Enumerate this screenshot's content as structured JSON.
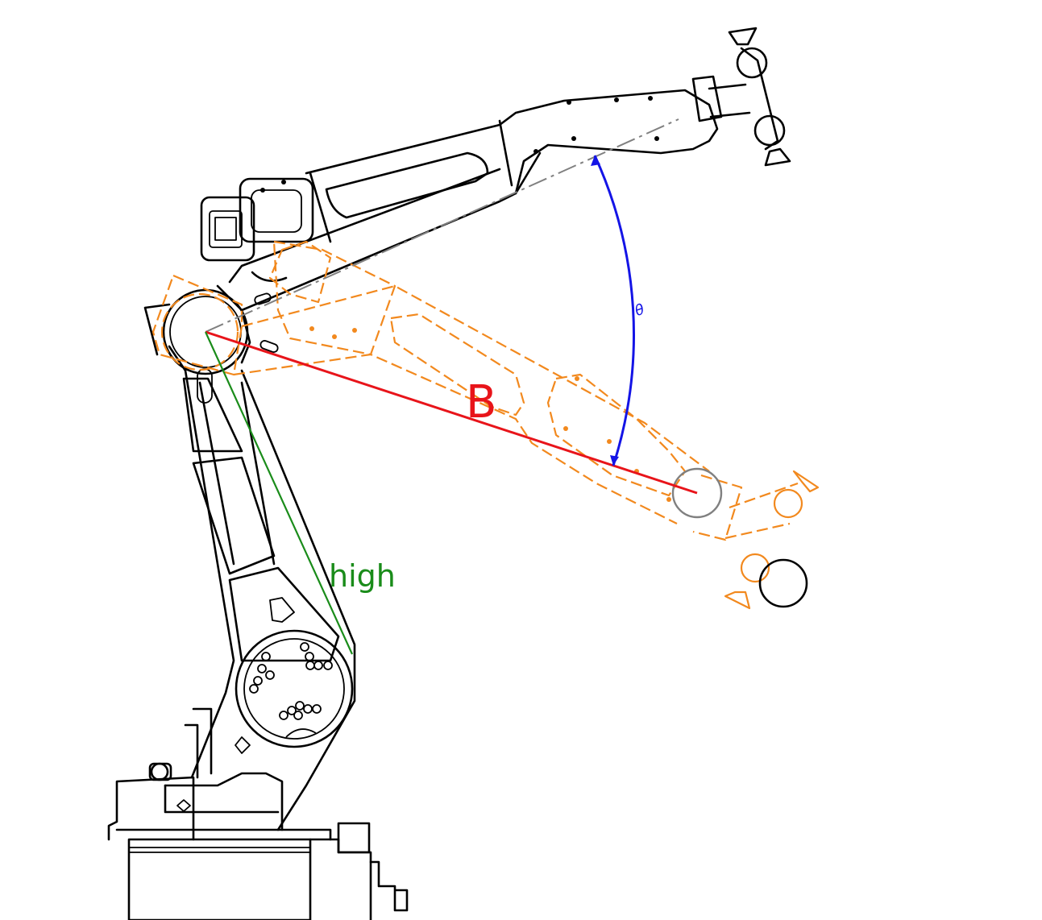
{
  "labels": {
    "reach": "B",
    "height": "high",
    "angle": "θ"
  },
  "colors": {
    "background": "#ffffff",
    "robot_outline": "#000000",
    "moved_pose": "#f2891e",
    "reach_line": "#e8141a",
    "height_line": "#1a8c1a",
    "angle_arc": "#1414e6",
    "axis_line": "#808080"
  }
}
